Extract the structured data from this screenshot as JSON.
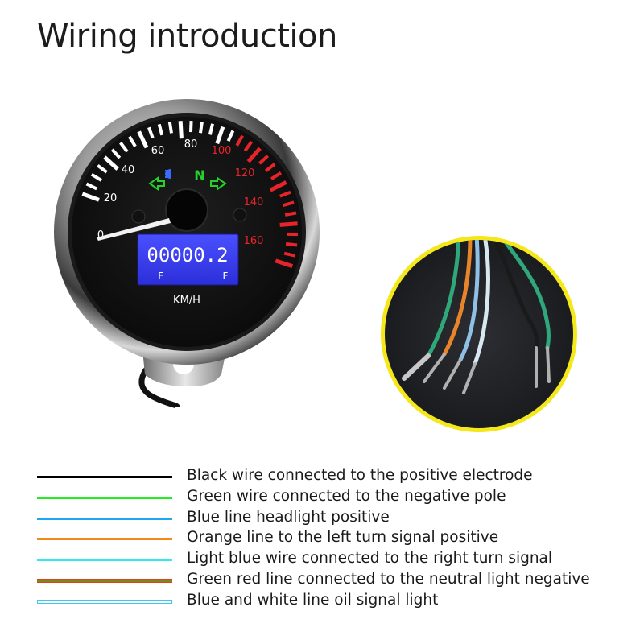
{
  "title": "Wiring introduction",
  "gauge": {
    "white_ticks": [
      "0",
      "20",
      "40",
      "60",
      "80"
    ],
    "red_ticks": [
      "100",
      "120",
      "140",
      "160"
    ],
    "odometer": "00000.2",
    "fuel_empty": "E",
    "fuel_full": "F",
    "unit": "KM/H",
    "neutral": "N",
    "colors": {
      "red": "#e8242a",
      "green": "#22d12a",
      "blue_icon": "#3a6bff",
      "lcd": "#3a3ef0"
    }
  },
  "legend": [
    {
      "text": "Black wire connected to the positive electrode",
      "color": "#000000",
      "style": "solid"
    },
    {
      "text": "Green wire connected to the negative pole",
      "color": "#22ee22",
      "style": "solid"
    },
    {
      "text": "Blue line headlight positive",
      "color": "#1ea8f0",
      "style": "solid"
    },
    {
      "text": "Orange line to the left turn signal positive",
      "color": "#f28a1a",
      "style": "solid"
    },
    {
      "text": "Light blue wire connected to the right turn signal",
      "color": "#33e6f2",
      "style": "solid"
    },
    {
      "text": "Green red line connected to the neutral light negative",
      "color": "#7a8a1a",
      "style": "greenred"
    },
    {
      "text": "Blue and white line oil signal light",
      "color": "#3cc8f0",
      "style": "bluewhite"
    }
  ]
}
